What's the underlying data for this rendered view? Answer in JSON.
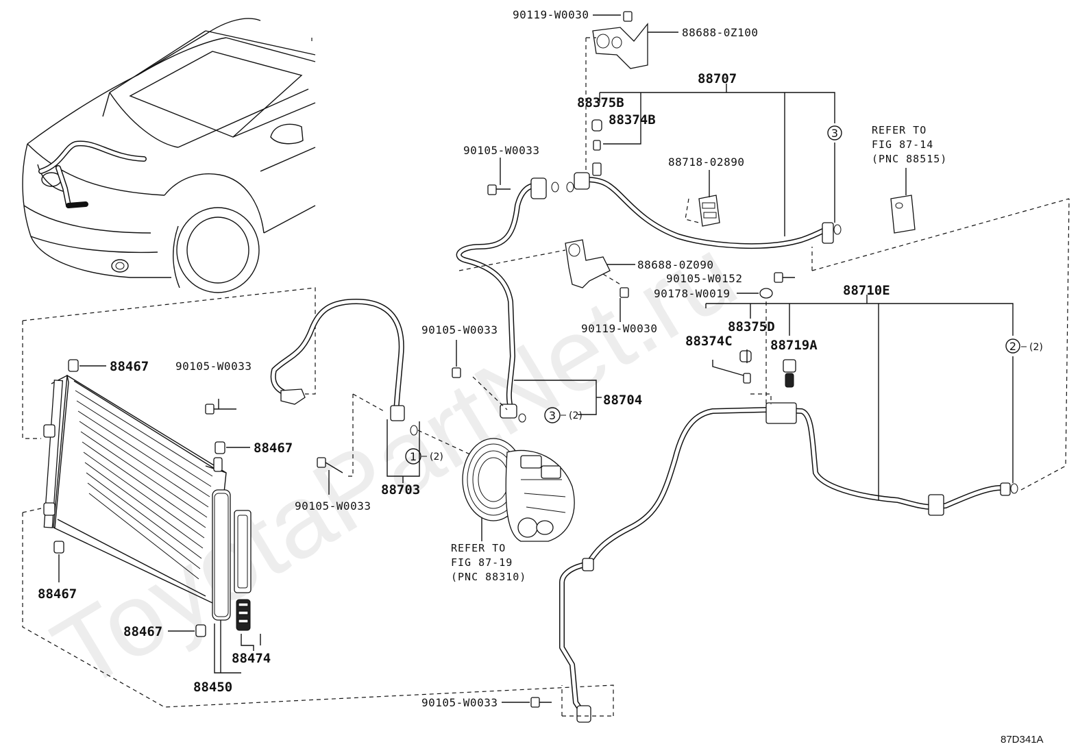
{
  "watermark": "ToyotaPartNet.ru",
  "diagram_code": "87D341A",
  "assemblies": {
    "a88707": "88707",
    "a88710E": "88710E",
    "a88704": "88704",
    "a88703": "88703",
    "a88450": "88450",
    "a88474": "88474"
  },
  "parts": {
    "p90119_top": "90119-W0030",
    "p88688_0z100": "88688-0Z100",
    "p88375B": "88375B",
    "p88374B": "88374B",
    "p90105_a": "90105-W0033",
    "p88718": "88718-02890",
    "p88688_0z090": "88688-0Z090",
    "p90105_w0152": "90105-W0152",
    "p90178": "90178-W0019",
    "p90119_mid": "90119-W0030",
    "p90105_b": "90105-W0033",
    "p88375D": "88375D",
    "p88374C": "88374C",
    "p88719A": "88719A",
    "p88467_a": "88467",
    "p88467_b": "88467",
    "p88467_c": "88467",
    "p88467_d": "88467",
    "p90105_c": "90105-W0033",
    "p90105_d": "90105-W0033",
    "p90105_e": "90105-W0033"
  },
  "callouts": {
    "c3_top": "3",
    "c2_right": "2",
    "c2_right_qty": "(2)",
    "c3_mid": "3",
    "c3_mid_qty": "(2)",
    "c1": "1",
    "c1_qty": "(2)"
  },
  "references": {
    "ref_valve": [
      "REFER TO",
      "FIG 87-14",
      "(PNC 88515)"
    ],
    "ref_compressor": [
      "REFER TO",
      "FIG 87-19",
      "(PNC 88310)"
    ]
  }
}
